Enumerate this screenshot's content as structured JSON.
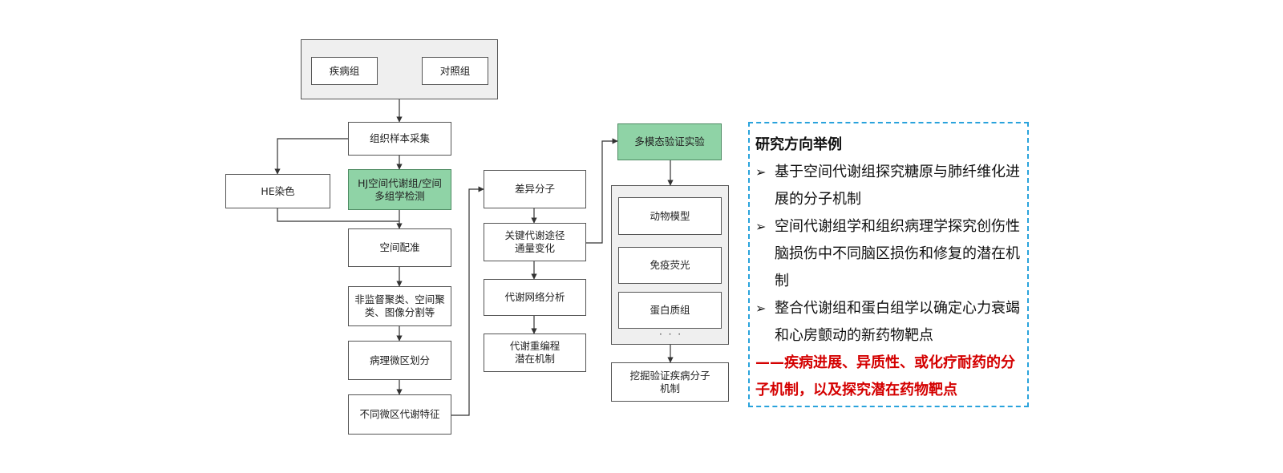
{
  "diagram": {
    "group_boxes": {
      "disease": "疾病组",
      "control": "对照组"
    },
    "left_flow": {
      "sampling": "组织样本采集",
      "he_stain": "HE染色",
      "hj_detect": "HJ空间代谢组/空间\n多组学检测",
      "registration": "空间配准",
      "clustering": "非监督聚类、空间聚\n类、图像分割等",
      "microregion": "病理微区划分",
      "features": "不同微区代谢特征"
    },
    "middle_flow": {
      "diff_molecules": "差异分子",
      "key_pathways": "关键代谢途径\n通量变化",
      "network": "代谢网络分析",
      "reprogramming": "代谢重编程\n潜在机制"
    },
    "right_flow": {
      "validation": "多模态验证实验",
      "animal_model": "动物模型",
      "immunofluorescence": "免疫荧光",
      "proteomics": "蛋白质组",
      "ellipsis": "· · ·",
      "mining": "挖掘验证疾病分子\n机制"
    },
    "colors": {
      "highlight_green": "#8fd3a6",
      "group_gray": "#efefef",
      "line": "#333333"
    }
  },
  "research_panel": {
    "title": "研究方向举例",
    "items": [
      "基于空间代谢组探究糖原与肺纤维化进展的分子机制",
      "空间代谢组学和组织病理学探究创伤性脑损伤中不同脑区损伤和修复的潜在机制",
      "整合代谢组和蛋白组学以确定心力衰竭和心房颤动的新药物靶点"
    ],
    "conclusion": "——疾病进展、异质性、或化疗耐药的分子机制，以及探究潜在药物靶点",
    "colors": {
      "border": "#2aa3dc",
      "conclusion_text": "#d40000"
    }
  }
}
